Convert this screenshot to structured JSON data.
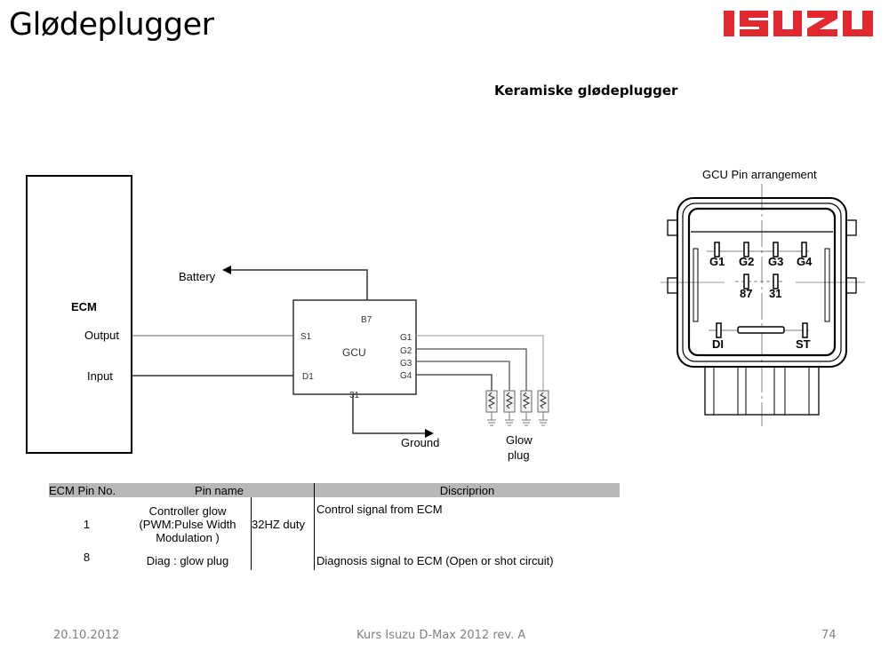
{
  "slide": {
    "title": "Glødeplugger",
    "subtitle": "Keramiske glødeplugger",
    "brand_logo": "ISUZU",
    "brand_color": "#e0282e"
  },
  "wiring_diagram": {
    "ecm_label": "ECM",
    "ecm_output_label": "Output",
    "ecm_input_label": "Input",
    "battery_label": "Battery",
    "ground_label": "Ground",
    "gcu_label": "GCU",
    "gcu_pins": {
      "b7": "B7",
      "s1": "S1",
      "d1": "D1",
      "p31": "31",
      "g1": "G1",
      "g2": "G2",
      "g3": "G3",
      "g4": "G4"
    },
    "glow_plug_label_line1": "Glow",
    "glow_plug_label_line2": "plug"
  },
  "connector": {
    "title": "GCU Pin arrangement",
    "pins_top": [
      "G1",
      "G2",
      "G3",
      "G4"
    ],
    "pins_middle": [
      "87",
      "31"
    ],
    "pins_bottom": [
      "DI",
      "ST"
    ]
  },
  "pin_table": {
    "headers": [
      "ECM Pin No.",
      "Pin name",
      "Discriprion"
    ],
    "rows": [
      {
        "pin_no": "1",
        "pin_name_lines": [
          "Controller glow",
          "(PWM:Pulse Width",
          "Modulation )"
        ],
        "note": "32HZ duty",
        "description": "Control signal from ECM"
      },
      {
        "pin_no": "8",
        "pin_name_lines": [
          "Diag : glow plug"
        ],
        "note": "",
        "description": "Diagnosis signal to ECM (Open or shot circuit)"
      }
    ]
  },
  "footer": {
    "date": "20.10.2012",
    "course": "Kurs Isuzu D-Max 2012 rev. A",
    "page_number": "74"
  }
}
